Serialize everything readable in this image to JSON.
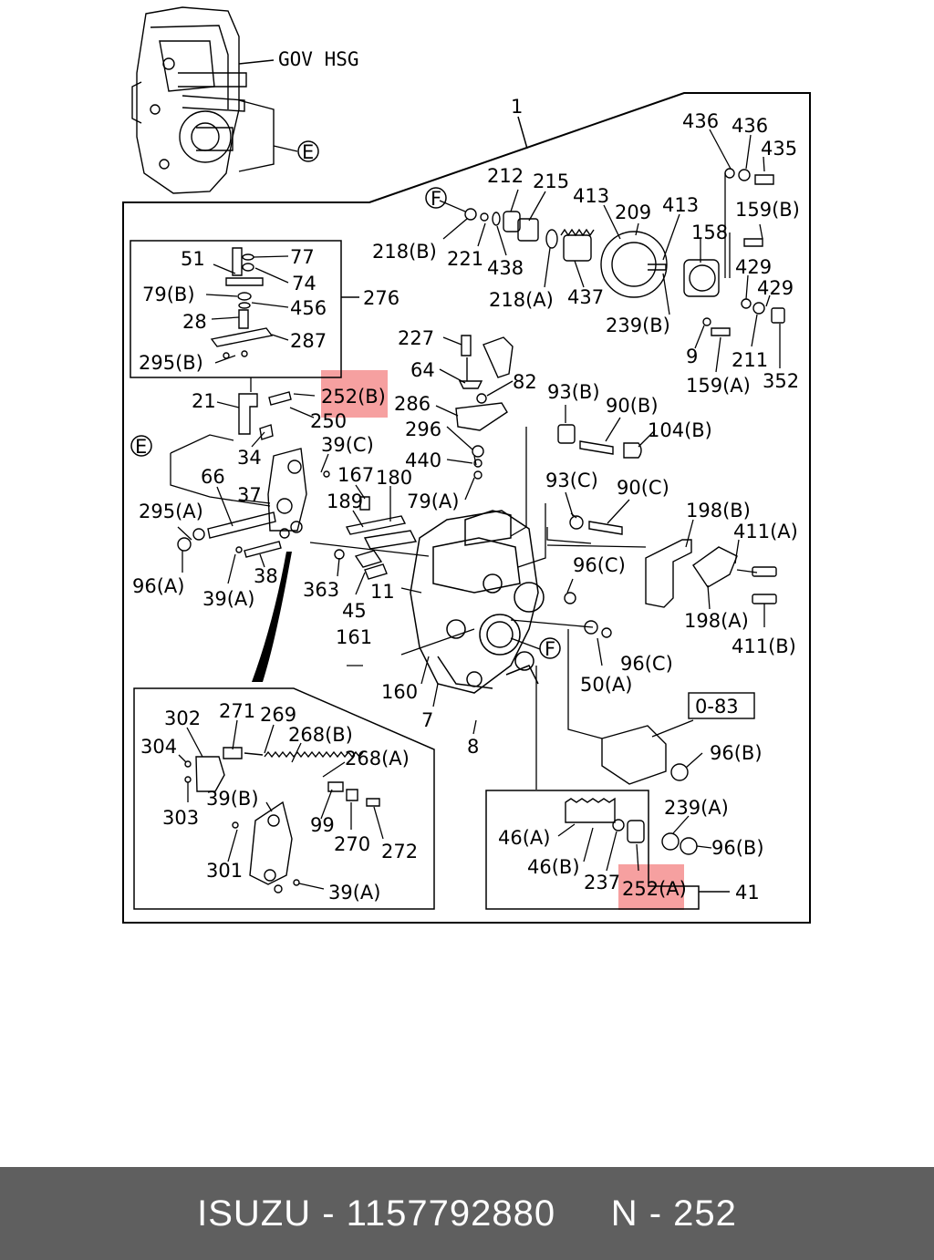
{
  "diagram": {
    "gov_label": "GOV HSG",
    "circle_e": "E",
    "circle_f": "F",
    "main_number": "1",
    "box_076_label": "276",
    "box_bottom_right_label": "41",
    "boxed_ref": "0-83",
    "highlight_color": "#f6a0a0",
    "labels": {
      "n436a": "436",
      "n436b": "436",
      "n435": "435",
      "n159b": "159(B)",
      "n158": "158",
      "n429a": "429",
      "n429b": "429",
      "n211": "211",
      "n352": "352",
      "n159a": "159(A)",
      "n9": "9",
      "n413a": "413",
      "n413b": "413",
      "n209": "209",
      "n239b": "239(B)",
      "n212": "212",
      "n215": "215",
      "n218b": "218(B)",
      "n221": "221",
      "n438": "438",
      "n218a": "218(A)",
      "n437": "437",
      "n227": "227",
      "n64": "64",
      "n82": "82",
      "n286": "286",
      "n296": "296",
      "n440": "440",
      "n79a": "79(A)",
      "n93b": "93(B)",
      "n90b": "90(B)",
      "n104b": "104(B)",
      "n93c": "93(C)",
      "n90c": "90(C)",
      "n198b": "198(B)",
      "n411a": "411(A)",
      "n96c_top": "96(C)",
      "n198a": "198(A)",
      "n411b": "411(B)",
      "n96c": "96(C)",
      "n50a": "50(A)",
      "n51": "51",
      "n77": "77",
      "n74": "74",
      "n79b": "79(B)",
      "n456": "456",
      "n28": "28",
      "n287": "287",
      "n295b": "295(B)",
      "n21": "21",
      "n252b": "252(B)",
      "n250": "250",
      "n34": "34",
      "n39c": "39(C)",
      "n167": "167",
      "n180": "180",
      "n66": "66",
      "n37": "37",
      "n189": "189",
      "n295a": "295(A)",
      "n96a": "96(A)",
      "n39a": "39(A)",
      "n38": "38",
      "n363": "363",
      "n45": "45",
      "n11": "11",
      "n161": "161",
      "n160": "160",
      "n7": "7",
      "n8": "8",
      "n302": "302",
      "n271": "271",
      "n269": "269",
      "n268b": "268(B)",
      "n268a": "268(A)",
      "n304": "304",
      "n39b": "39(B)",
      "n303": "303",
      "n99": "99",
      "n270": "270",
      "n272": "272",
      "n301": "301",
      "n39a_b": "39(A)",
      "n96b_top": "96(B)",
      "n239a": "239(A)",
      "n96b": "96(B)",
      "n46a": "46(A)",
      "n46b": "46(B)",
      "n237": "237",
      "n252a": "252(A)"
    }
  },
  "footer": {
    "brand": "ISUZU",
    "separator1": " - ",
    "part_number": "1157792880",
    "ref_prefix": "N - ",
    "ref_number": "252"
  }
}
